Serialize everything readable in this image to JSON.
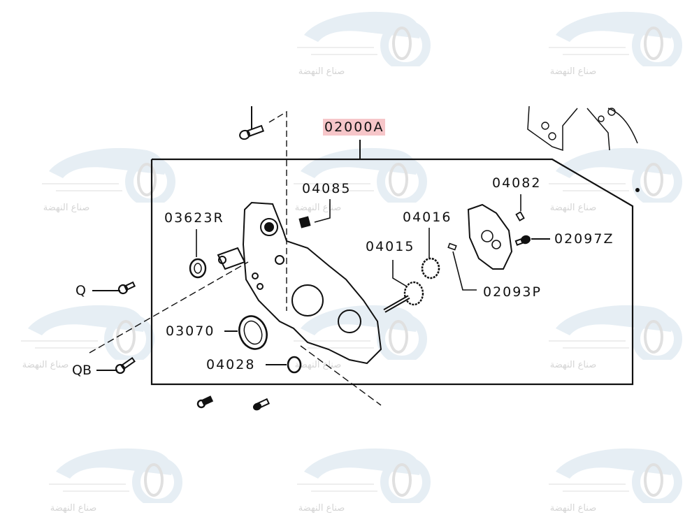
{
  "diagram": {
    "main_assembly_label": "02000A",
    "highlight_color": "#f6c6c9",
    "parts": [
      {
        "id": "04085",
        "label": "04085"
      },
      {
        "id": "03623R",
        "label": "03623R"
      },
      {
        "id": "04082",
        "label": "04082"
      },
      {
        "id": "04016",
        "label": "04016"
      },
      {
        "id": "04015",
        "label": "04015"
      },
      {
        "id": "02097Z",
        "label": "02097Z"
      },
      {
        "id": "02093P",
        "label": "02093P"
      },
      {
        "id": "03070",
        "label": "03070"
      },
      {
        "id": "04028",
        "label": "04028"
      },
      {
        "id": "Q",
        "label": "Q"
      },
      {
        "id": "QB",
        "label": "QB"
      }
    ]
  },
  "watermark": {
    "text": "صناع النهضة",
    "icon": "car-gear-logo",
    "color": "#dfeaf2"
  }
}
